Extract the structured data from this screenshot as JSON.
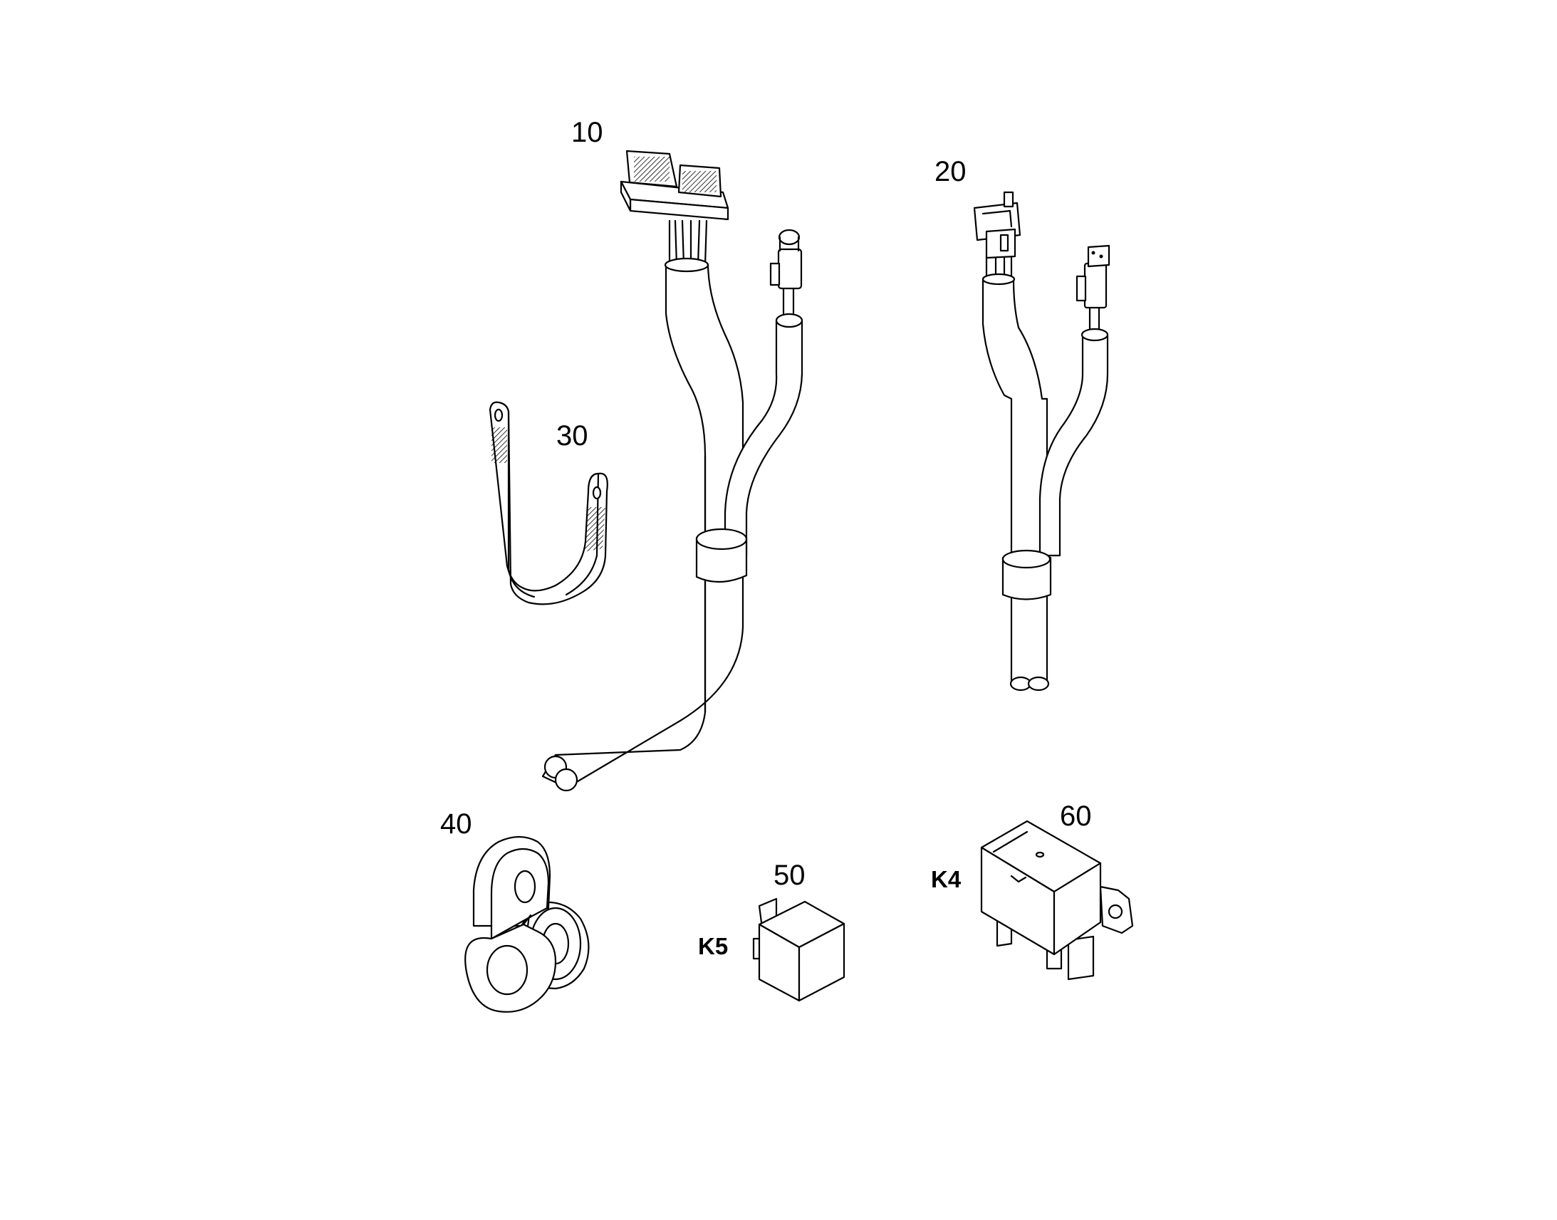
{
  "callouts": {
    "p10": "10",
    "p20": "20",
    "p30": "30",
    "p40": "40",
    "p50": "50",
    "p60": "60"
  },
  "tags": {
    "k5": "K5",
    "k4": "K4"
  }
}
